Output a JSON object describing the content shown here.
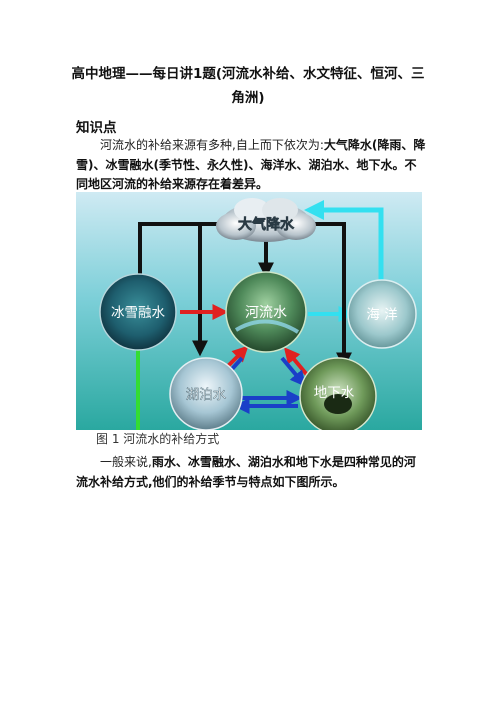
{
  "doc": {
    "title_line1": "高中地理——每日讲1题(河流水补给、水文特征、恒河、三",
    "title_line2": "角洲)",
    "section_heading": "知识点",
    "p1": {
      "lead": "河流水的补给来源有多种,自上而下依次为:",
      "bold1": "大气降水(降雨、降雪)、冰雪融水(季节性、永久性)、海洋水、湖泊水、地下水。不同地区河流的补给来源存在着差异。"
    },
    "caption": "图 1 河流水的补给方式",
    "p2": {
      "lead": "一般来说,",
      "bold": "雨水、冰雪融水、湖泊水和地下水是四种常见的河流水补给方式,他们的补给季节与特点如下图所示。"
    }
  },
  "diagram": {
    "nodes": {
      "atmos": "大气降水",
      "ice": "冰雪融水",
      "river": "河流水",
      "ocean": "海 洋",
      "lake": "湖泊水",
      "ground": "地下水"
    },
    "colors": {
      "bg_top": "#cfeaf3",
      "bg_bottom": "#2aa8a0",
      "black_arrow": "#111111",
      "red_arrow": "#e02020",
      "blue_arrow": "#1a3fc8",
      "cyan_arrow": "#33e0f0",
      "green_line": "#33dd33"
    }
  }
}
